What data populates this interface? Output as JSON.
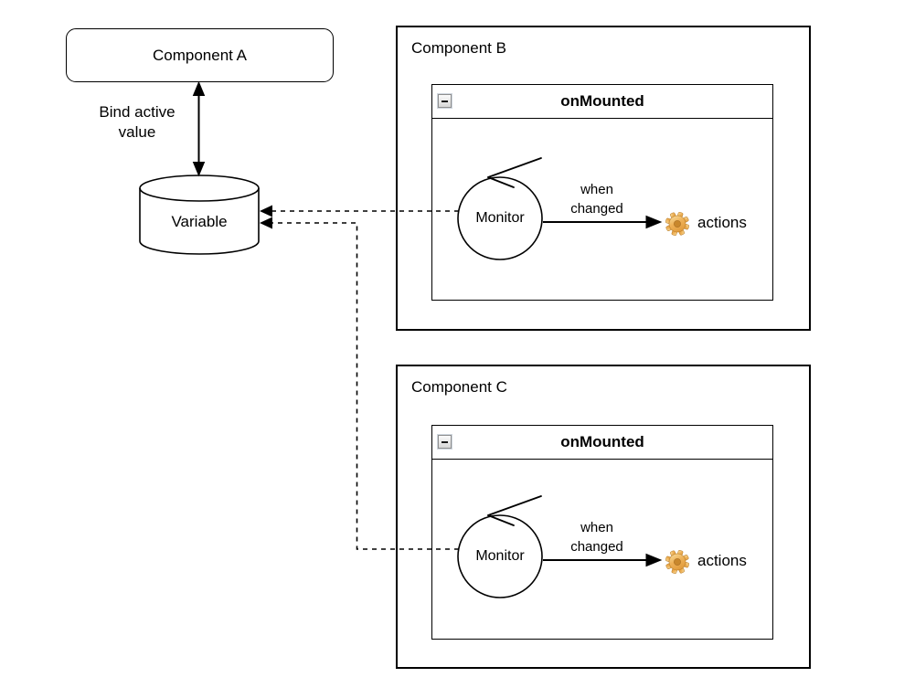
{
  "diagram": {
    "component_a": {
      "label": "Component A"
    },
    "bind_edge": {
      "line1": "Bind active",
      "line2": "value"
    },
    "variable": {
      "label": "Variable"
    },
    "components": [
      {
        "title": "Component B",
        "panel_title": "onMounted",
        "monitor_label": "Monitor",
        "edge_label": {
          "line1": "when",
          "line2": "changed"
        },
        "actions_label": "actions"
      },
      {
        "title": "Component C",
        "panel_title": "onMounted",
        "monitor_label": "Monitor",
        "edge_label": {
          "line1": "when",
          "line2": "changed"
        },
        "actions_label": "actions"
      }
    ],
    "colors": {
      "stroke": "#000000",
      "background": "#ffffff",
      "gear_highlight": "#f9e2a6",
      "gear_mid": "#eeb157",
      "gear_shadow": "#db9232",
      "gear_hole": "#c8872c",
      "collapse_button_bg": "#e3e3e3"
    }
  }
}
